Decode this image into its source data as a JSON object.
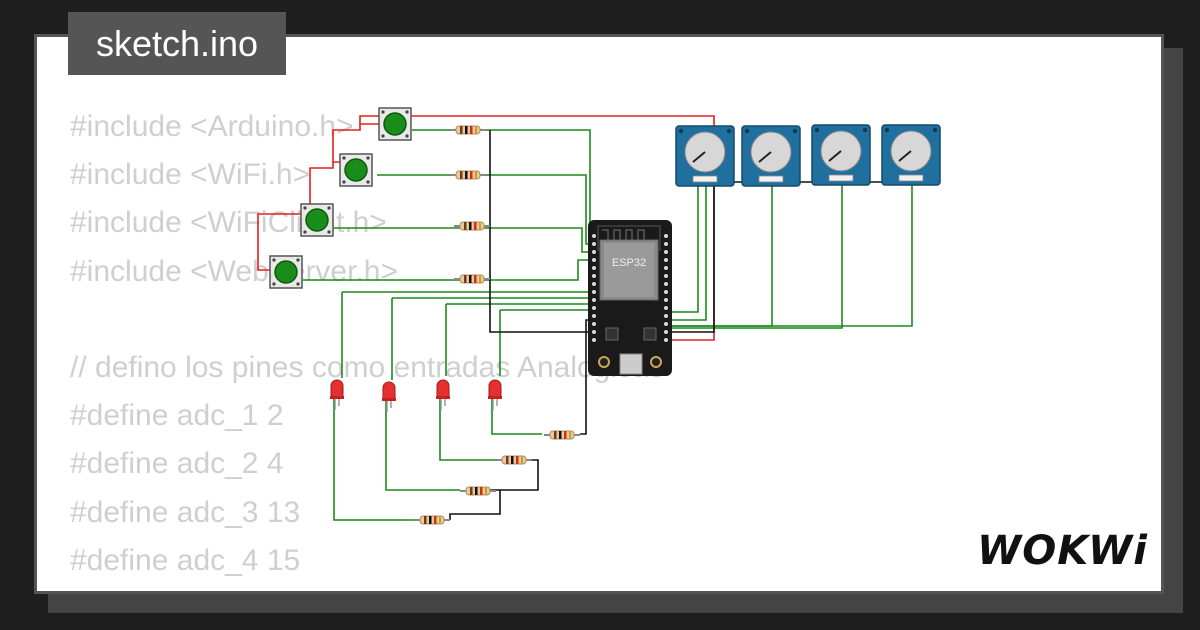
{
  "tab": {
    "title": "sketch.ino"
  },
  "code": {
    "lines": [
      "#include <Arduino.h>",
      "#include <WiFi.h>",
      "#include <WiFiClient.h>",
      "#include <WebServer.h>",
      "",
      "// defino los pines como entradas Analogicas",
      "#define adc_1 2",
      "#define adc_2 4",
      "#define adc_3 13",
      "#define adc_4 15"
    ]
  },
  "board": {
    "label": "ESP32"
  },
  "brand": {
    "logo": "WOKWi"
  },
  "colors": {
    "background": "#1e1e1e",
    "card": "#ffffff",
    "tab": "#555555",
    "code_text": "#cfcfcf",
    "wire_green": "#1a8a1a",
    "wire_red": "#e02020",
    "wire_black": "#111111",
    "pot_blue": "#1f6f9f",
    "button_green": "#1a8c1a",
    "led_red": "#e53030"
  },
  "icons": {
    "button": "pushbutton-icon",
    "led": "led-icon",
    "resistor": "resistor-icon",
    "potentiometer": "potentiometer-icon",
    "board": "esp32-board-icon"
  }
}
